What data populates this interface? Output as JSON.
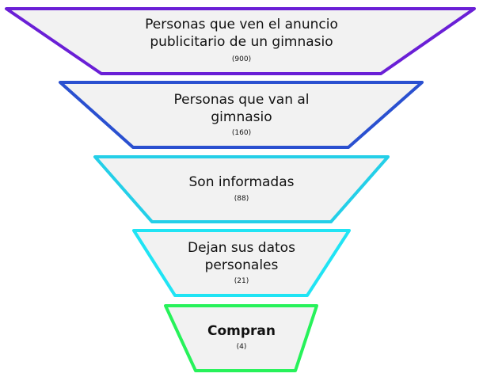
{
  "funnel": {
    "stages": [
      {
        "label_lines": [
          "Personas que ven el anuncio",
          "publicitario de un gimnasio"
        ],
        "count_text": "(900)",
        "border_color": "#6a1fd6",
        "bold": false
      },
      {
        "label_lines": [
          "Personas que van al",
          "gimnasio"
        ],
        "count_text": "(160)",
        "border_color": "#2a50d0",
        "bold": false
      },
      {
        "label_lines": [
          "Son informadas"
        ],
        "count_text": "(88)",
        "border_color": "#24cfe8",
        "bold": false
      },
      {
        "label_lines": [
          "Dejan sus datos",
          "personales"
        ],
        "count_text": "(21)",
        "border_color": "#20e4f4",
        "bold": false
      },
      {
        "label_lines": [
          "Compran"
        ],
        "count_text": "(4)",
        "border_color": "#27f25a",
        "bold": true
      }
    ],
    "fill_color": "#f2f2f2"
  }
}
